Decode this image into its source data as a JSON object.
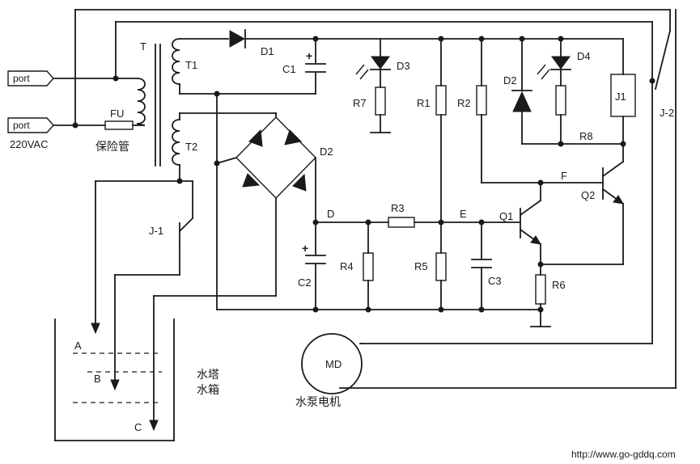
{
  "ports": [
    {
      "label": "port"
    },
    {
      "label": "port"
    }
  ],
  "supply_label": "220VAC",
  "fuse_label": "FU",
  "fuse_caption": "保险管",
  "transformer": {
    "label": "T",
    "primary": "T1",
    "secondary": "T2"
  },
  "components": {
    "D1": "D1",
    "D2_bridge": "D2",
    "D2": "D2",
    "D3": "D3",
    "D4": "D4",
    "C1": "C1",
    "C2": "C2",
    "C3": "C3",
    "R1": "R1",
    "R2": "R2",
    "R3": "R3",
    "R4": "R4",
    "R5": "R5",
    "R6": "R6",
    "R7": "R7",
    "R8": "R8",
    "Q1": "Q1",
    "Q2": "Q2",
    "J1": "J1",
    "J1_contact": "J-1",
    "J2_contact": "J-2"
  },
  "nodes": {
    "D": "D",
    "E": "E",
    "F": "F"
  },
  "tank": {
    "label_line1": "水塔",
    "label_line2": "水箱",
    "level_a": "A",
    "level_b": "B",
    "level_c": "C"
  },
  "motor": {
    "symbol": "MD",
    "caption": "水泵电机"
  },
  "footer_url": "http://www.go-gddq.com"
}
